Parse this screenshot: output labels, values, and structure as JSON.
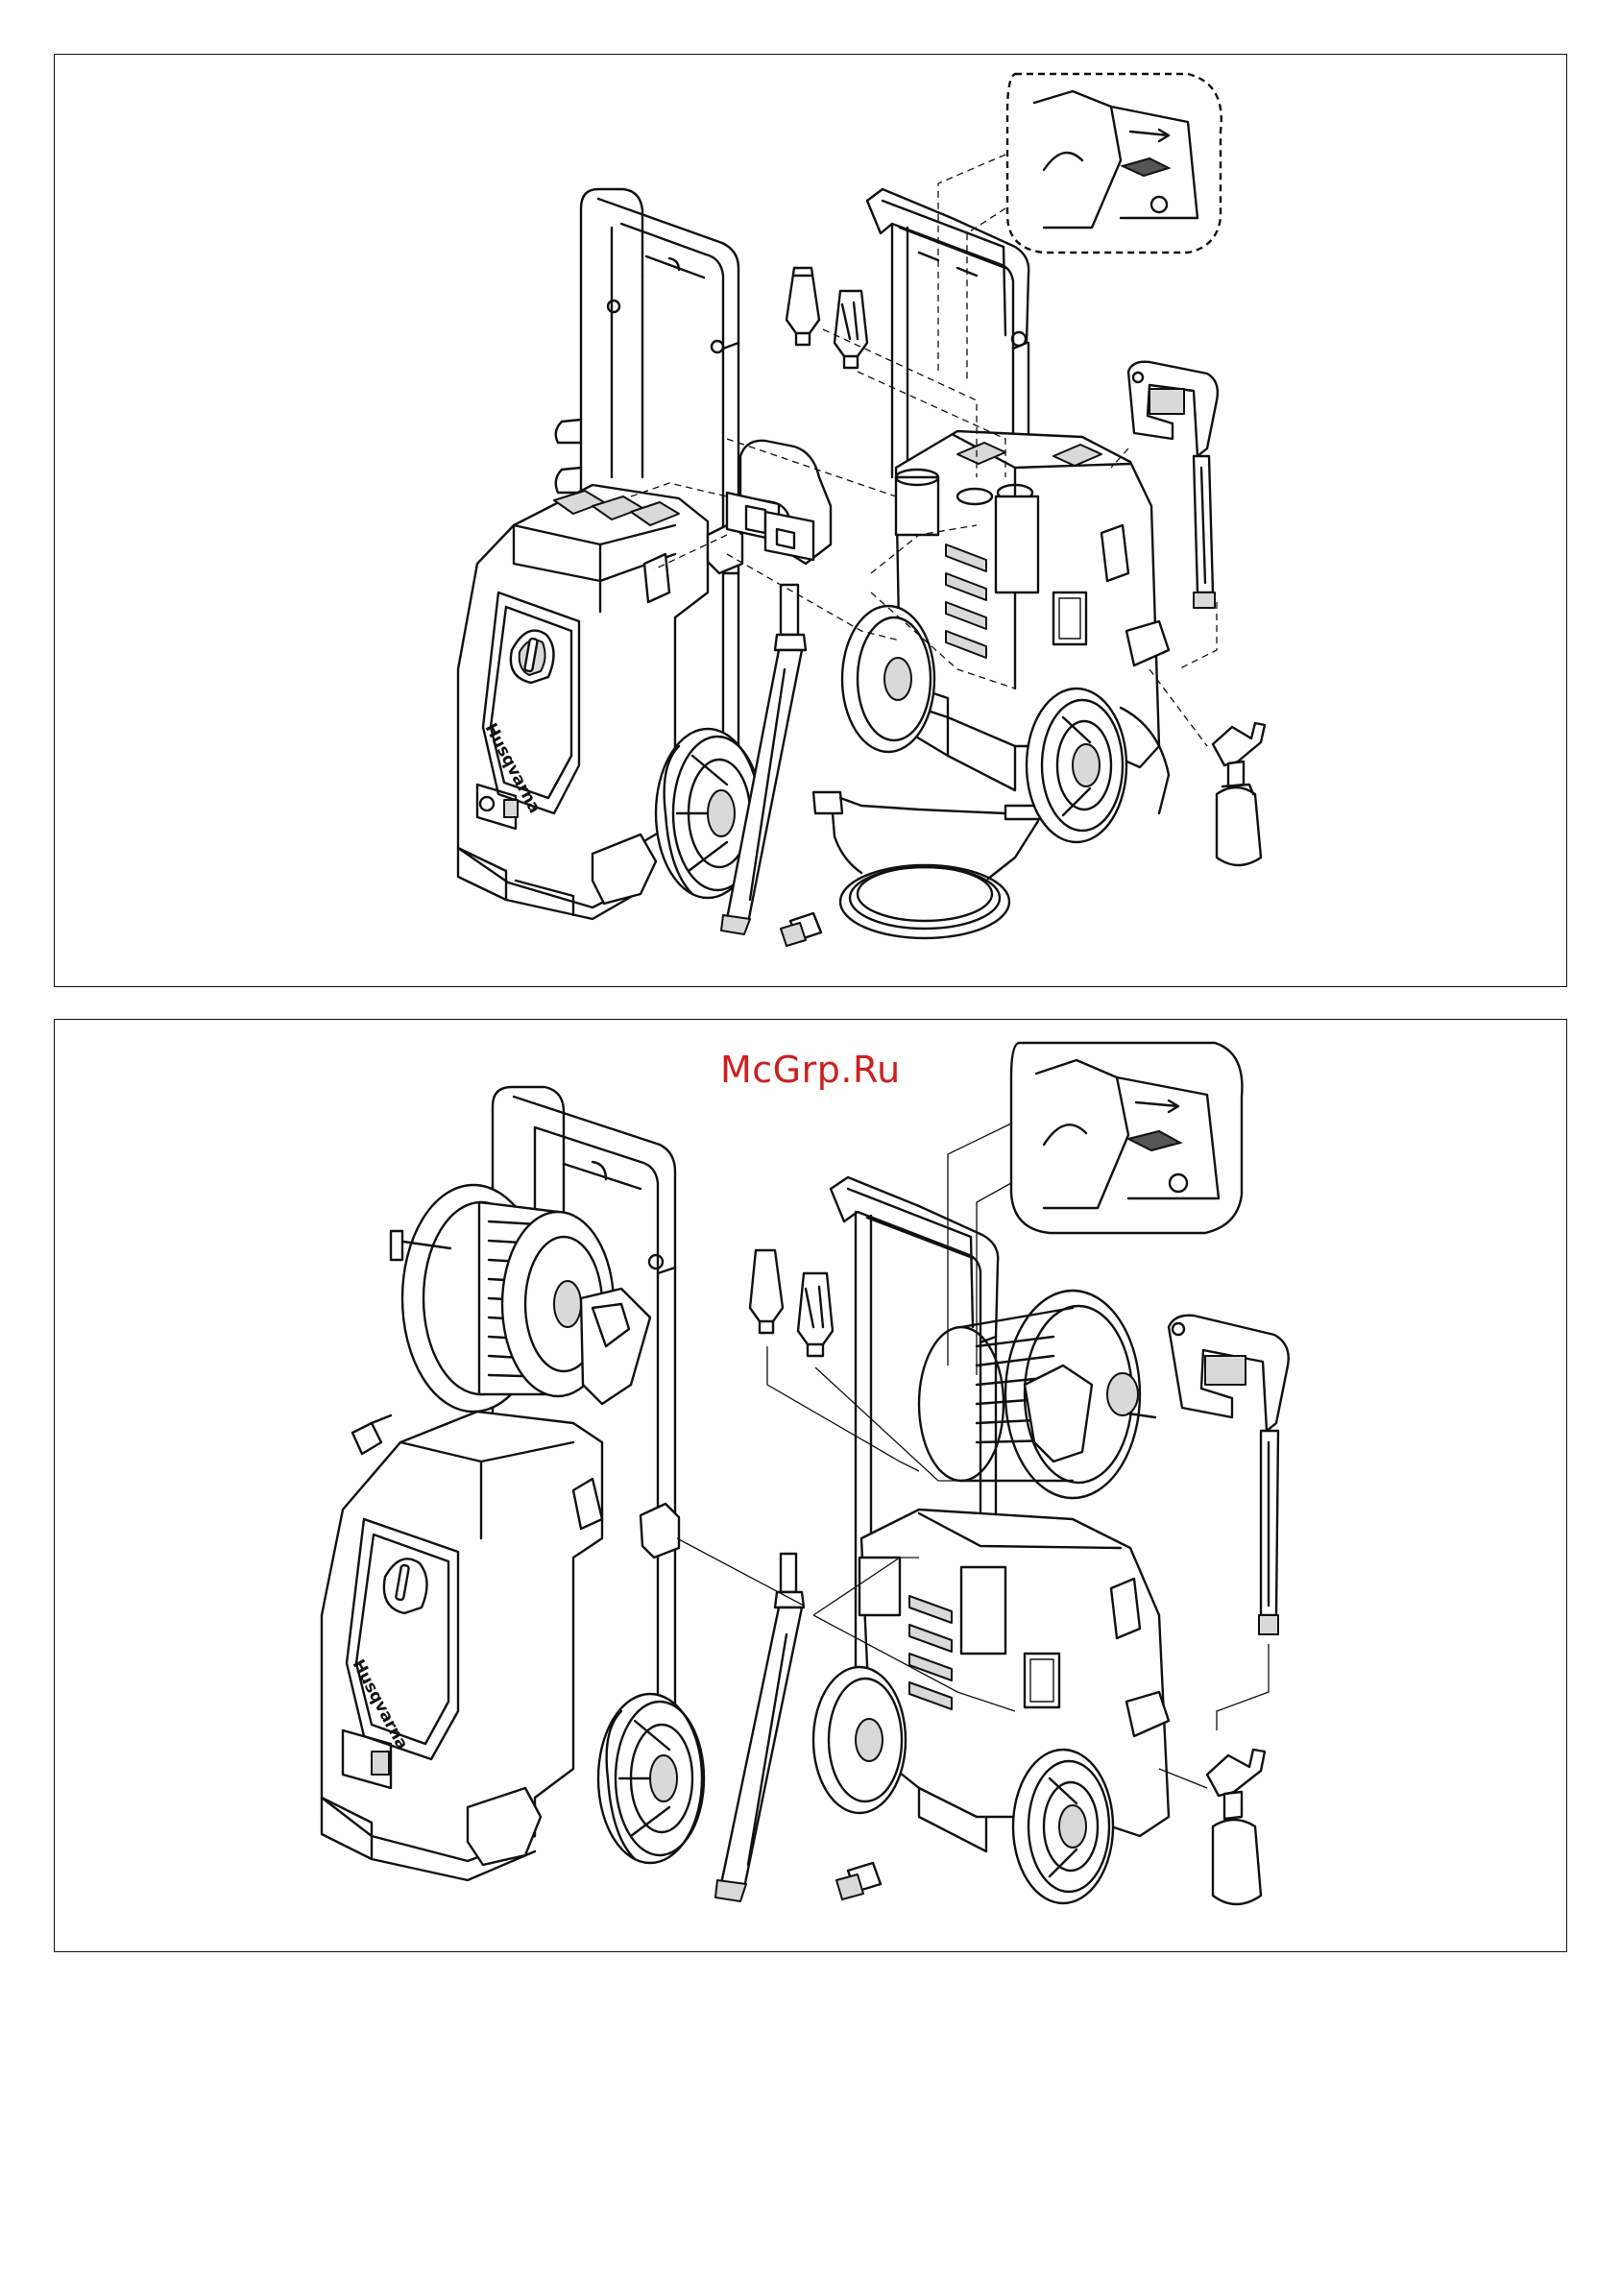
{
  "brand": {
    "name": "Husqvarna"
  },
  "watermark": {
    "text": "McGrp.Ru",
    "color": "#cc2020"
  },
  "panels": [
    {
      "id": "top",
      "variant": "without-hose-reel"
    },
    {
      "id": "bottom",
      "variant": "with-hose-reel"
    }
  ],
  "colors": {
    "line": "#111111",
    "shade": "#d9d9d9",
    "dark": "#555555",
    "background": "#ffffff"
  }
}
